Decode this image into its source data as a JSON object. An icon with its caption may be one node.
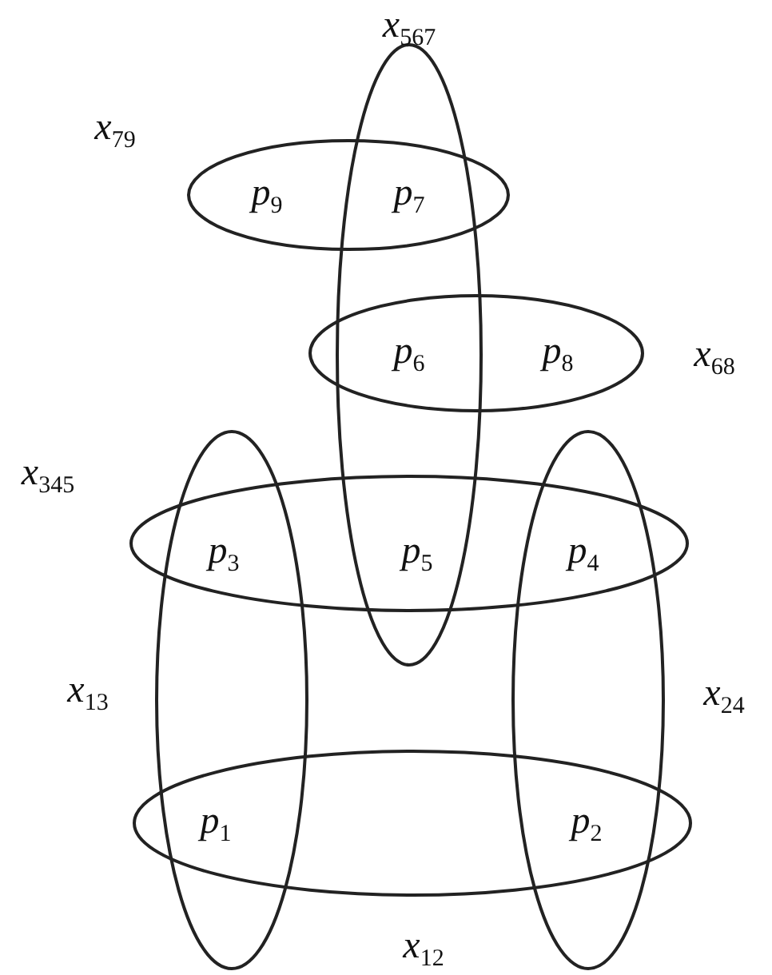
{
  "diagram": {
    "nodes": [
      {
        "text": [
          "x$_{567}$"
        ]
      },
      {
        "text": [
          "x$_{79}$"
        ]
      },
      {
        "text": [
          "x$_{68}$"
        ]
      },
      {
        "text": [
          "x$_{345}$"
        ]
      },
      {
        "text": [
          "x$_{13}$"
        ]
      },
      {
        "text": [
          "x$_{24}$"
        ]
      },
      {
        "text": [
          "x$_{12}$"
        ]
      }
    ],
    "labels": [
      "p$_{9}$",
      "p$_{7}$",
      "p$_{6}$",
      "p$_{8}$",
      "p$_{3}$",
      "p$_{5}$",
      "p$_{4}$",
      "p$_{1}$",
      "p$_{2}$"
    ]
  }
}
